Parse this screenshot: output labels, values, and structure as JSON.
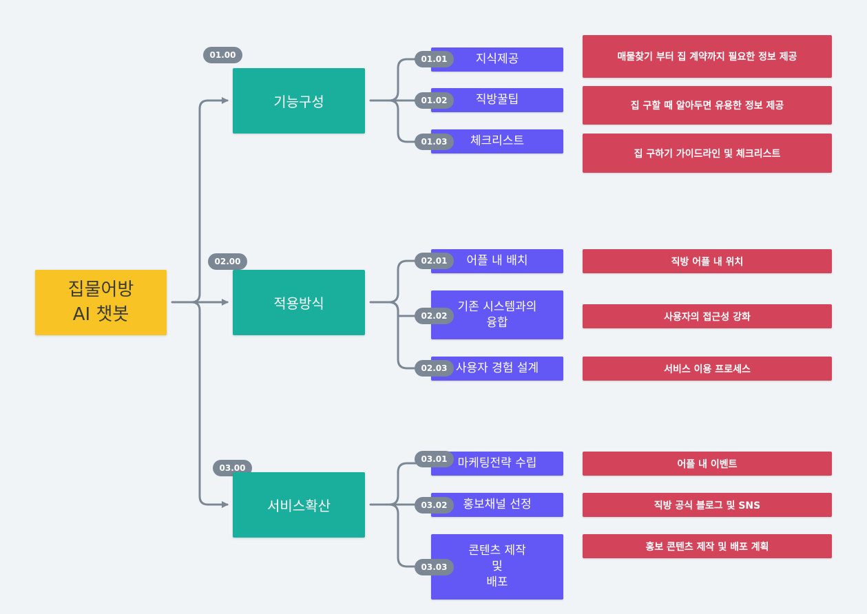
{
  "root": {
    "label": "집물어방\nAI 챗봇"
  },
  "colors": {
    "line": "#7b8794",
    "root": "#f7c325",
    "category": "#1aaf9c",
    "sub": "#6357f5",
    "desc": "#d3445a",
    "badge": "#7b8794"
  },
  "categories": [
    {
      "badge": "01.00",
      "label": "기능구성",
      "items": [
        {
          "badge": "01.01",
          "label": "지식제공",
          "desc": "매물찾기 부터 집 계약까지 필요한 정보 제공"
        },
        {
          "badge": "01.02",
          "label": "직방꿀팁",
          "desc": "집 구할 때 알아두면 유용한 정보 제공"
        },
        {
          "badge": "01.03",
          "label": "체크리스트",
          "desc": "집  구하기  가이드라인 및 체크리스트"
        }
      ]
    },
    {
      "badge": "02.00",
      "label": "적용방식",
      "items": [
        {
          "badge": "02.01",
          "label": "어플 내 배치",
          "desc": "직방 어플 내 위치"
        },
        {
          "badge": "02.02",
          "label": "기존 시스템과의\n융합",
          "desc": "사용자의 접근성 강화"
        },
        {
          "badge": "02.03",
          "label": "사용자  경험 설계",
          "desc": "서비스 이용 프로세스"
        }
      ]
    },
    {
      "badge": "03.00",
      "label": "서비스확산",
      "items": [
        {
          "badge": "03.01",
          "label": "마케팅전략 수립",
          "desc": "어플 내 이벤트"
        },
        {
          "badge": "03.02",
          "label": "홍보채널 선정",
          "desc": "직방 공식 블로그 및 SNS"
        },
        {
          "badge": "03.03",
          "label": "콘텐츠 제작\n및\n배포",
          "desc": "홍보 콘텐츠 제작 및 배포 계획"
        }
      ]
    }
  ]
}
